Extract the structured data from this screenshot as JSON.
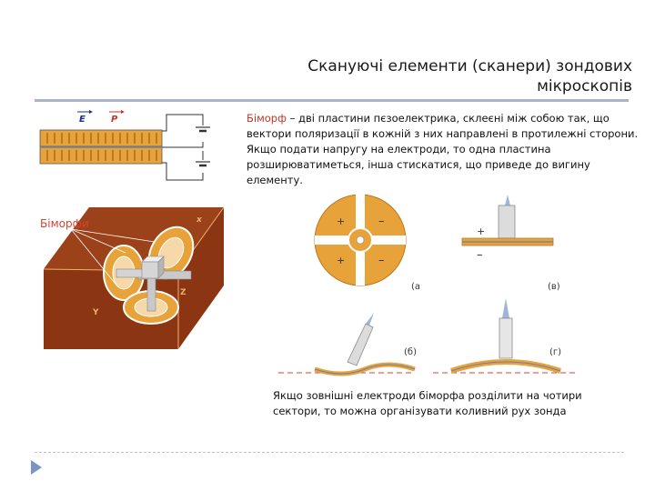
{
  "slide": {
    "title": "Скануючі елементи (сканери) зондових мікроскопів",
    "para1_term": "Біморф",
    "para1_def": " – дві пластини пєзоелектрика, склеєні між собою так, що вектори поляризації в кожній з них направлені в протилежні сторони.",
    "para1_more": "Якщо подати напругу на електроди, то одна пластина розширюватиметься, інша стискатися, що приведе до вигину елементу.",
    "para2": "Якщо зовнішні електроди біморфа розділити на чотири сектори, то можна організувати коливний рух зонда"
  },
  "figure_bimorph": {
    "label_e": "E",
    "label_p": "P"
  },
  "figure_scanner": {
    "label_bimorphs": "Біморфи",
    "axis_x": "x",
    "axis_y": "Y",
    "axis_z": "Z"
  },
  "figure_sectors": {
    "sign_plus": "+",
    "sign_minus": "–",
    "label_a": "(а)",
    "label_b": "(б)",
    "label_v": "(в)",
    "label_g": "(г)"
  },
  "colors": {
    "orange": "#e8a23a",
    "brown": "#8b3512",
    "red_label": "#d9422e",
    "rule": "#a9b4c6"
  }
}
